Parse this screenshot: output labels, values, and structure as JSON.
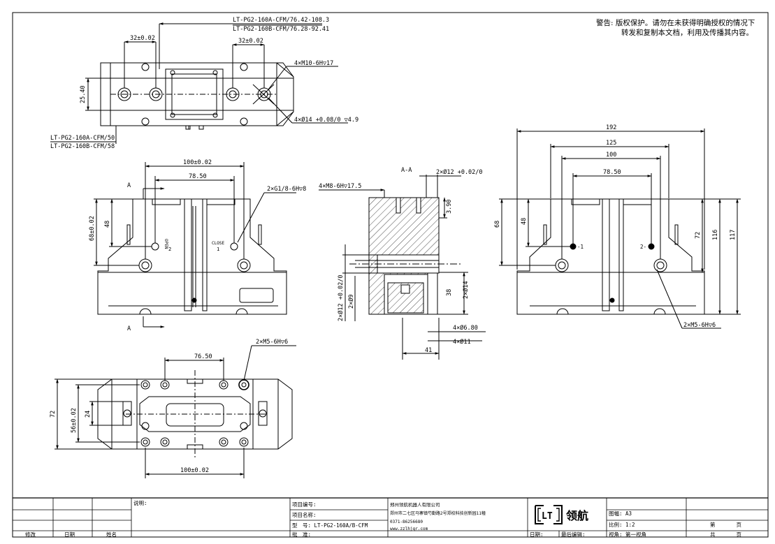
{
  "warning": {
    "label": "警告:",
    "line1": "版权保护。请勿在未获得明确授权的情况下",
    "line2": "转发和复制本文档，利用及传播其内容。"
  },
  "top_view": {
    "callout_length_a": "LT-PG2-160A-CFM/76.42-108.3",
    "callout_length_b": "LT-PG2-160B-CFM/76.28-92.41",
    "dim_left": "32±0.02",
    "dim_right": "32±0.02",
    "dim_height": "25.40",
    "callout_threads": "4×M10-6H▽17",
    "callout_bore": "4×Ø14 +0.08/0 ▽4.9",
    "callout_width_a": "LT-PG2-160A-CFM/50",
    "callout_width_b": "LT-PG2-160B-CFM/58"
  },
  "front_view": {
    "dim_top": "100±0.02",
    "dim_inner": "78.50",
    "dim_height_total": "68±0.02",
    "dim_height_upper": "48",
    "callout_port": "2×G1/8-6H▽8",
    "section_a_top": "A",
    "section_a_bottom": "A",
    "port_open": "OPEN",
    "port_open_num": "2",
    "port_close": "CLOSE",
    "port_close_num": "1"
  },
  "section_view": {
    "title": "A-A",
    "callout_bolt": "4×M8-6H▽17.5",
    "callout_pin": "2×Ø12 +0.02/0",
    "dim_390": "3.90",
    "dim_38": "38",
    "dim_14": "2×Ø14",
    "dim_9": "2×Ø9",
    "dim_12": "2×Ø12 +0.02/0",
    "callout_680": "4×Ø6.80",
    "callout_11": "4×Ø11",
    "dim_41": "41"
  },
  "side_view": {
    "dim_192": "192",
    "dim_125": "125",
    "dim_100": "100",
    "dim_7850": "78.50",
    "dim_68": "68",
    "dim_48": "48",
    "dim_72": "72",
    "dim_116": "116",
    "dim_117": "117",
    "port1": "-1",
    "port2": "2-",
    "callout_m5": "2×M5-6H▽6"
  },
  "bottom_view": {
    "callout_m5": "2×M5-6H▽6",
    "dim_7650": "76.50",
    "dim_72": "72",
    "dim_56": "56±0.02",
    "dim_24": "24",
    "dim_100": "100±0.02"
  },
  "title_block": {
    "revise": "修改",
    "date": "日期",
    "name": "姓名",
    "notes": "说明:",
    "project_no": "项目编号:",
    "project_name": "项目名称:",
    "model": "型　号: LT-PG2-160A/B-CFM",
    "approve": "批　准:",
    "company": "郑州领航机器人有限公司",
    "address": "郑州市二七区马寨镇芍勤路2号郑校科技创新园11幢",
    "phone": "0371-86256680",
    "website": "www.zzlhjqr.com",
    "logo_mark": "LT",
    "logo_text": "领航",
    "paper": "图幅: A3",
    "scale": "比例: 1:2",
    "view": "视角: 第一视角",
    "date2": "日期:",
    "last_edit": "最后编辑:",
    "page": "第　　　　页",
    "total": "共　　　　页"
  }
}
